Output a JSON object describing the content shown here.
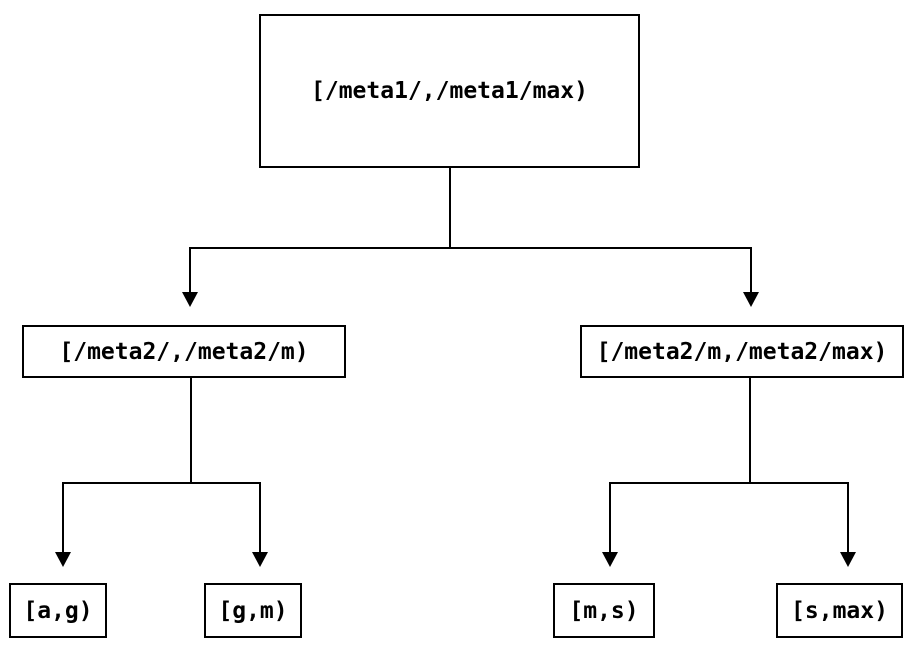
{
  "diagram": {
    "type": "tree",
    "root": {
      "label": "[/meta1/,/meta1/max)"
    },
    "level2": [
      {
        "label": "[/meta2/,/meta2/m)"
      },
      {
        "label": "[/meta2/m,/meta2/max)"
      }
    ],
    "leaves": [
      {
        "label": "[a,g)"
      },
      {
        "label": "[g,m)"
      },
      {
        "label": "[m,s)"
      },
      {
        "label": "[s,max)"
      }
    ],
    "edges": [
      {
        "from": "root",
        "to": "level2.0"
      },
      {
        "from": "root",
        "to": "level2.1"
      },
      {
        "from": "level2.0",
        "to": "leaves.0"
      },
      {
        "from": "level2.0",
        "to": "leaves.1"
      },
      {
        "from": "level2.1",
        "to": "leaves.2"
      },
      {
        "from": "level2.1",
        "to": "leaves.3"
      }
    ],
    "icons": {
      "arrowhead": "filled-down-triangle"
    },
    "colors": {
      "background": "#ffffff",
      "box_border": "#000000",
      "line": "#000000",
      "text": "#000000"
    }
  }
}
